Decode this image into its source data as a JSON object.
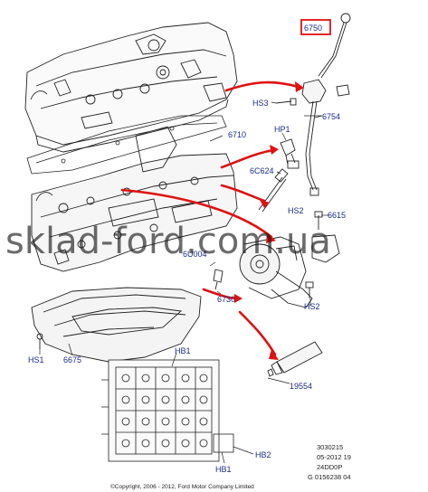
{
  "callouts": {
    "c6750": "6750",
    "hs3": "HS3",
    "c6754": "6754",
    "hp1": "HP1",
    "c6710": "6710",
    "c6c624": "6C624",
    "hs2_top": "HS2",
    "c6615": "6615",
    "c6u004": "6U004",
    "c6730": "6730",
    "hs2_bottom": "HS2",
    "hs1": "HS1",
    "c6675": "6675",
    "hb1_top": "HB1",
    "c19554": "19554",
    "hb2": "HB2",
    "hb1_bottom": "HB1"
  },
  "watermark": "sklad-ford.com.ua",
  "reference": {
    "line1": "3030215",
    "line2": "05-2012 19",
    "line3": "24DD0P",
    "line4": "G 0156238 04"
  },
  "copyright": "©Copyright, 2006 - 2012, Ford Motor Company Limited",
  "colors": {
    "callout_text": "#1a2c8c",
    "highlight_box": "#e01010",
    "arrow": "#e01010",
    "line_art": "#222222"
  }
}
